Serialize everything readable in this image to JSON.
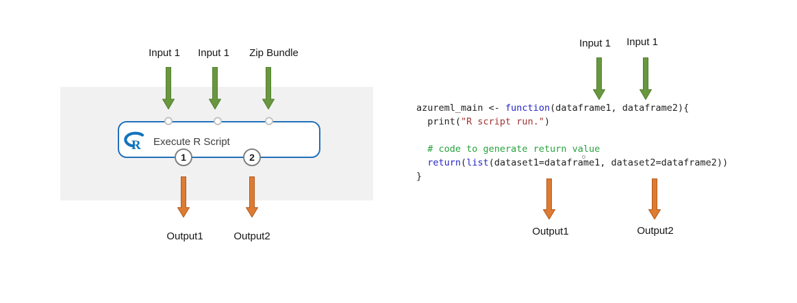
{
  "left": {
    "input_labels": [
      "Input 1",
      "Input 1",
      "Zip Bundle"
    ],
    "module": {
      "title": "Execute R Script",
      "logo": "R"
    },
    "output_ports": [
      "1",
      "2"
    ],
    "output_labels": [
      "Output1",
      "Output2"
    ]
  },
  "right": {
    "input_labels": [
      "Input 1",
      "Input 1"
    ],
    "output_labels": [
      "Output1",
      "Output2"
    ],
    "code": {
      "lines": [
        [
          {
            "t": "azureml_main <- ",
            "s": "plain"
          },
          {
            "t": "function",
            "s": "kw"
          },
          {
            "t": "(dataframe1, dataframe2){",
            "s": "plain"
          }
        ],
        [
          {
            "t": "  print(",
            "s": "plain"
          },
          {
            "t": "\"R script run.\"",
            "s": "str"
          },
          {
            "t": ")",
            "s": "plain"
          }
        ],
        [],
        [
          {
            "t": "  ",
            "s": "plain"
          },
          {
            "t": "# code to generate return value",
            "s": "com"
          }
        ],
        [
          {
            "t": "  ",
            "s": "plain"
          },
          {
            "t": "return",
            "s": "kw"
          },
          {
            "t": "(",
            "s": "plain"
          },
          {
            "t": "list",
            "s": "kw"
          },
          {
            "t": "(dataset1=dataframe1, dataset2=dataframe2))",
            "s": "plain"
          }
        ],
        [
          {
            "t": "}",
            "s": "plain"
          }
        ]
      ]
    }
  },
  "colors": {
    "input_arrow": "#69973F",
    "output_arrow": "#DD7B33",
    "module_border": "#1F6FB8",
    "module_logo": "#1273BC",
    "panel_background": "#F1F1F2",
    "code_keyword": "#2525C8",
    "code_string": "#A33131",
    "code_comment": "#27A23E",
    "code_plain": "#1F1F1F"
  }
}
